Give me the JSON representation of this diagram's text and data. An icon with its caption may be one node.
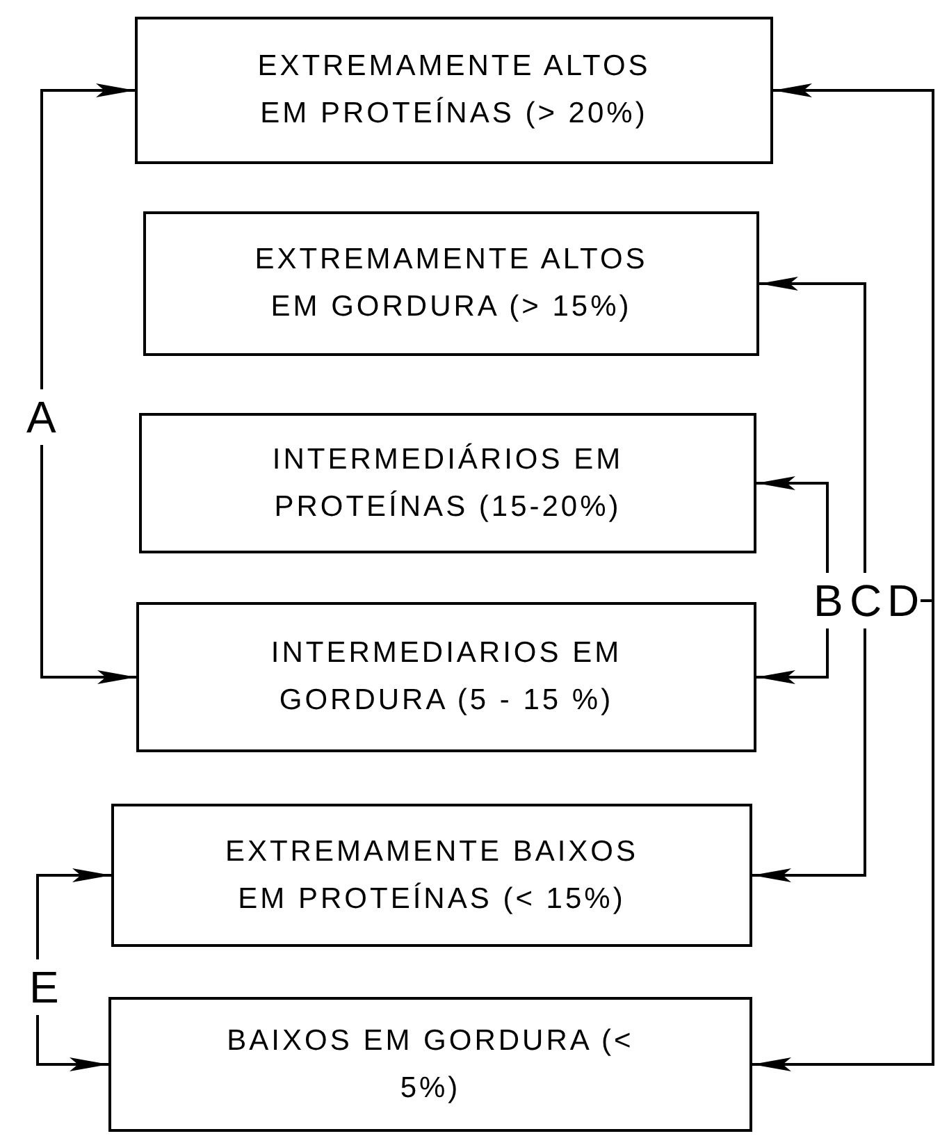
{
  "diagram": {
    "nodes": [
      {
        "text": [
          "EXTREMAMENTE ALTOS EM PROTEÍNAS (> 20%)"
        ]
      },
      {
        "text": [
          "EXTREMAMENTE ALTOS EM GORDURA (> 15%)"
        ]
      },
      {
        "text": [
          "INTERMEDIÁRIOS EM PROTEÍNAS (15-20%)"
        ]
      },
      {
        "text": [
          "INTERMEDIARIOS EM GORDURA (5 - 15 %)"
        ]
      },
      {
        "text": [
          "EXTREMAMENTE BAIXOS EM PROTEÍNAS (< 15%)"
        ]
      },
      {
        "text": [
          "BAIXOS EM GORDURA (< 5%)"
        ]
      },
      {
        "text": [
          "A"
        ]
      },
      {
        "text": [
          "B"
        ]
      },
      {
        "text": [
          "C"
        ]
      },
      {
        "text": [
          "D"
        ]
      },
      {
        "text": [
          "E"
        ]
      }
    ],
    "edges": [
      {
        "from": 6,
        "to": 0,
        "arrow": "to"
      },
      {
        "from": 6,
        "to": 3,
        "arrow": "to"
      },
      {
        "from": 7,
        "to": 2,
        "arrow": "to"
      },
      {
        "from": 7,
        "to": 3,
        "arrow": "to"
      },
      {
        "from": 8,
        "to": 1,
        "arrow": "to"
      },
      {
        "from": 8,
        "to": 4,
        "arrow": "to"
      },
      {
        "from": 9,
        "to": 0,
        "arrow": "to"
      },
      {
        "from": 9,
        "to": 5,
        "arrow": "to"
      },
      {
        "from": 10,
        "to": 4,
        "arrow": "to"
      },
      {
        "from": 10,
        "to": 5,
        "arrow": "to"
      }
    ]
  }
}
